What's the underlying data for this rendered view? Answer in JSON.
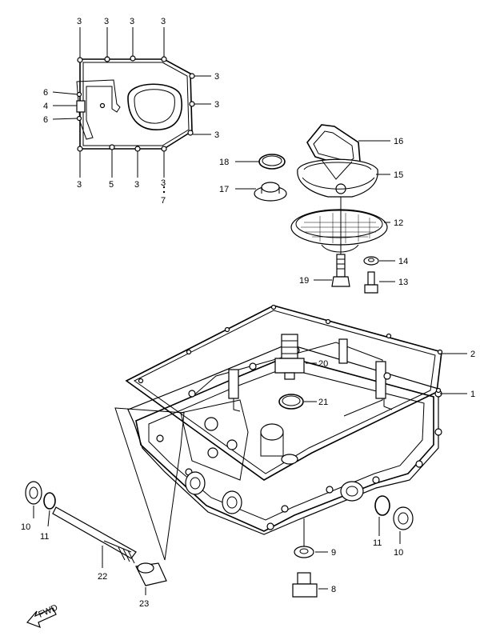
{
  "callouts": {
    "c1": "3",
    "c2": "3",
    "c3": "3",
    "c4": "3",
    "c5": "3",
    "c6": "3",
    "c7": "3",
    "c8": "3",
    "c9": "5",
    "c10": "3",
    "c11": "3",
    "c12": "7",
    "c13": "6",
    "c14": "4",
    "c15": "6",
    "c16": "16",
    "c17": "15",
    "c18": "18",
    "c19": "17",
    "c20": "12",
    "c21": "14",
    "c22": "19",
    "c23": "13",
    "c24": "2",
    "c25": "20",
    "c26": "21",
    "c27": "1",
    "c28": "10",
    "c29": "11",
    "c30": "22",
    "c31": "23",
    "c32": "11",
    "c33": "10",
    "c34": "9",
    "c35": "8"
  },
  "arrow": {
    "label": "FWD"
  }
}
